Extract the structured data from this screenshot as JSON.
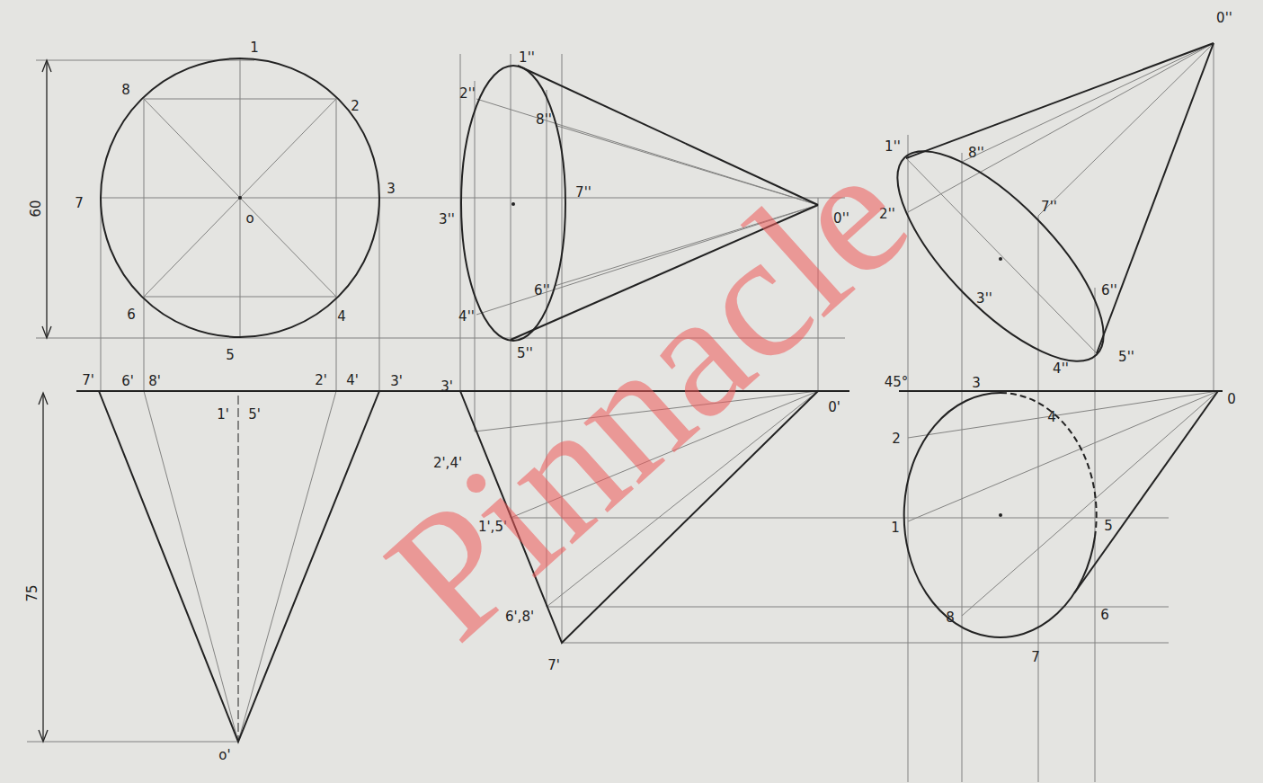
{
  "diagram": {
    "labels": [
      "1",
      "8",
      "2",
      "60",
      "7",
      "3",
      "o",
      "6",
      "4",
      "5",
      "7'",
      "6'",
      "8'",
      "2'",
      "4'",
      "3'",
      "1'",
      "5'",
      "75",
      "o'",
      "1''",
      "2''",
      "8''",
      "7''",
      "3''",
      "0''",
      "6''",
      "4''",
      "5''",
      "3'",
      "0'",
      "2',4'",
      "1',5'",
      "6',8'",
      "7'",
      "0''",
      "1''",
      "8''",
      "2''",
      "7''",
      "3''",
      "6''",
      "4''",
      "5''",
      "45°",
      "3",
      "0",
      "4",
      "2",
      "1",
      "5",
      "8",
      "6",
      "7",
      "Pinnacle"
    ]
  }
}
